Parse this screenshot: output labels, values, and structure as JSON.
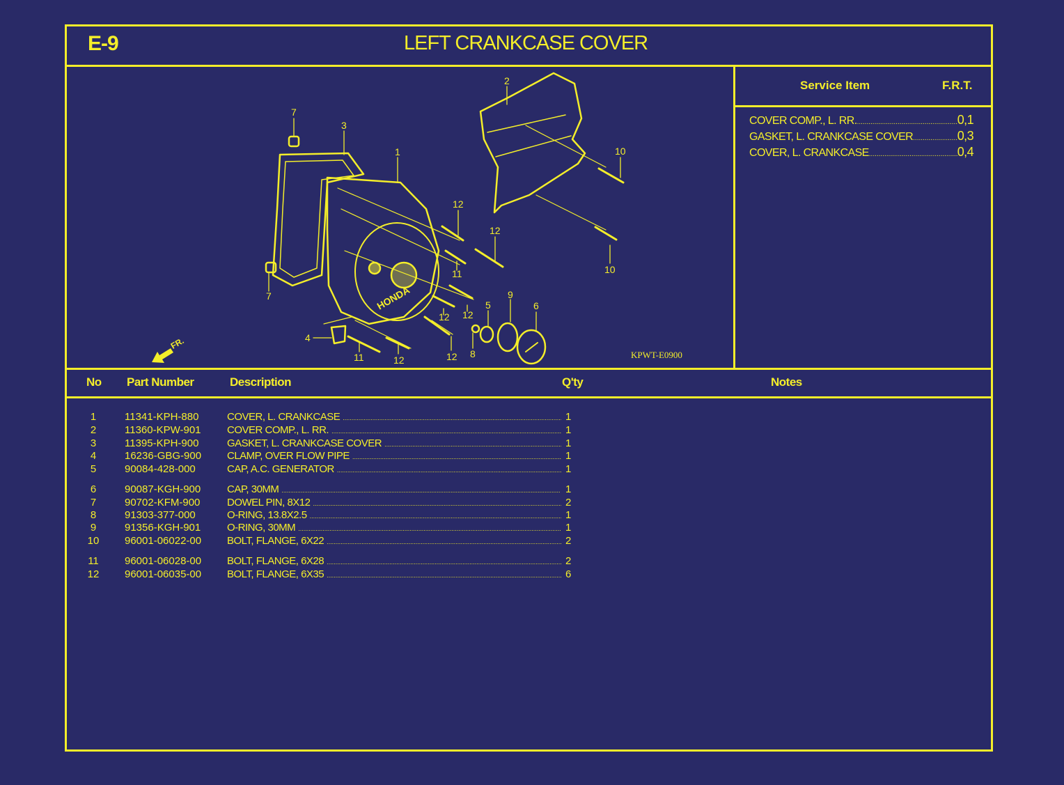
{
  "header": {
    "code": "E-9",
    "title": "LEFT CRANKCASE COVER"
  },
  "service_panel": {
    "col_item": "Service Item",
    "col_frt": "F.R.T.",
    "items": [
      {
        "label": "COVER COMP., L. RR.",
        "frt": "0,1"
      },
      {
        "label": "GASKET, L. CRANKCASE COVER",
        "frt": "0,3"
      },
      {
        "label": "COVER, L. CRANKCASE",
        "frt": "0,4"
      }
    ]
  },
  "diagram": {
    "figure_code": "KPWT-E0900",
    "direction_label": "FR.",
    "callouts": [
      "1",
      "2",
      "3",
      "4",
      "5",
      "6",
      "7",
      "7",
      "8",
      "9",
      "10",
      "10",
      "11",
      "11",
      "12",
      "12",
      "12",
      "12",
      "12",
      "12"
    ]
  },
  "parts_table": {
    "headers": {
      "no": "No",
      "part_number": "Part Number",
      "description": "Description",
      "qty": "Q'ty",
      "notes": "Notes"
    },
    "dots": "................................................................................................................................................................",
    "rows": [
      {
        "no": "1",
        "part_number": "11341-KPH-880",
        "description": "COVER, L. CRANKCASE",
        "qty": "1"
      },
      {
        "no": "2",
        "part_number": "11360-KPW-901",
        "description": "COVER COMP., L. RR.",
        "qty": "1"
      },
      {
        "no": "3",
        "part_number": "11395-KPH-900",
        "description": "GASKET, L. CRANKCASE COVER",
        "qty": "1"
      },
      {
        "no": "4",
        "part_number": "16236-GBG-900",
        "description": "CLAMP, OVER FLOW PIPE",
        "qty": "1"
      },
      {
        "no": "5",
        "part_number": "90084-428-000",
        "description": "CAP, A.C. GENERATOR",
        "qty": "1"
      },
      {
        "no": "6",
        "part_number": "90087-KGH-900",
        "description": "CAP, 30MM",
        "qty": "1"
      },
      {
        "no": "7",
        "part_number": "90702-KFM-900",
        "description": "DOWEL PIN, 8X12",
        "qty": "2"
      },
      {
        "no": "8",
        "part_number": "91303-377-000",
        "description": "O-RING, 13.8X2.5",
        "qty": "1"
      },
      {
        "no": "9",
        "part_number": "91356-KGH-901",
        "description": "O-RING, 30MM",
        "qty": "1"
      },
      {
        "no": "10",
        "part_number": "96001-06022-00",
        "description": "BOLT, FLANGE, 6X22",
        "qty": "2"
      },
      {
        "no": "11",
        "part_number": "96001-06028-00",
        "description": "BOLT, FLANGE, 6X28",
        "qty": "2"
      },
      {
        "no": "12",
        "part_number": "96001-06035-00",
        "description": "BOLT, FLANGE, 6X35",
        "qty": "6"
      }
    ]
  }
}
